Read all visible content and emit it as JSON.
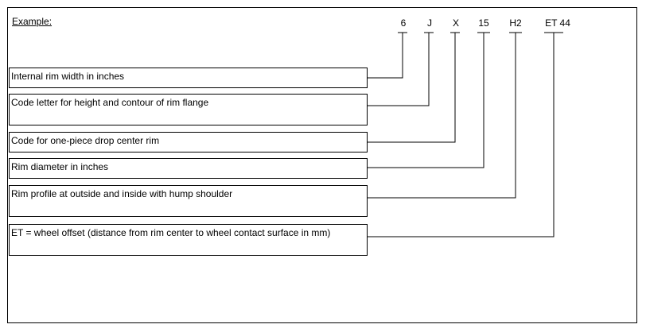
{
  "example_label": "Example:",
  "codes": [
    {
      "label": "6"
    },
    {
      "label": "J"
    },
    {
      "label": "X"
    },
    {
      "label": "15"
    },
    {
      "label": "H2"
    },
    {
      "label": "ET 44"
    }
  ],
  "descriptions": [
    {
      "text": "Internal rim width in inches"
    },
    {
      "text": "Code letter for height and contour of rim flange"
    },
    {
      "text": "Code for one-piece drop center rim"
    },
    {
      "text": "Rim diameter in inches"
    },
    {
      "text": "Rim profile at outside and inside with hump shoulder"
    },
    {
      "text": "ET = wheel offset (distance from rim center to wheel contact surface in mm)"
    }
  ]
}
